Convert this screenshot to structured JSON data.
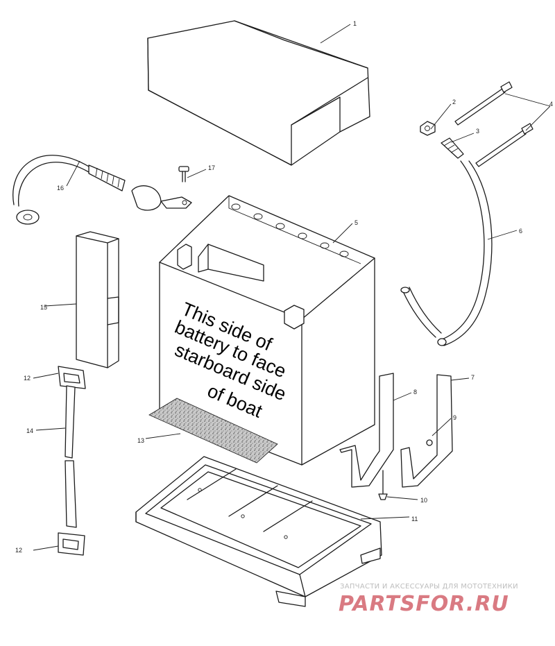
{
  "battery_label_lines": [
    "This side of",
    "battery to face",
    "starboard side",
    "of boat"
  ],
  "callouts": [
    "1",
    "2",
    "3",
    "4",
    "5",
    "6",
    "7",
    "8",
    "9",
    "10",
    "11",
    "12",
    "12",
    "13",
    "14",
    "15",
    "16",
    "17"
  ],
  "watermark": {
    "tagline": "ЗАПЧАСТИ И АКСЕССУАРЫ ДЛЯ МОТОТЕХНИКИ",
    "brand": "PARTSFOR.RU",
    "brand_color": "#d97a82"
  }
}
